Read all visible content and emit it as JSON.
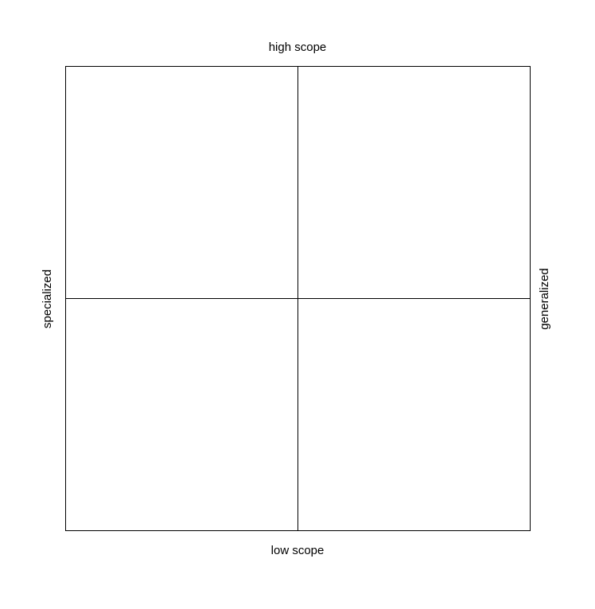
{
  "axes": {
    "top": "high scope",
    "bottom": "low scope",
    "left": "specialized",
    "right": "generalized"
  },
  "quadrants": {
    "top_left": "",
    "top_right": "",
    "bottom_left": "",
    "bottom_right": ""
  },
  "colors": {
    "line": "#000000",
    "background": "#ffffff"
  }
}
